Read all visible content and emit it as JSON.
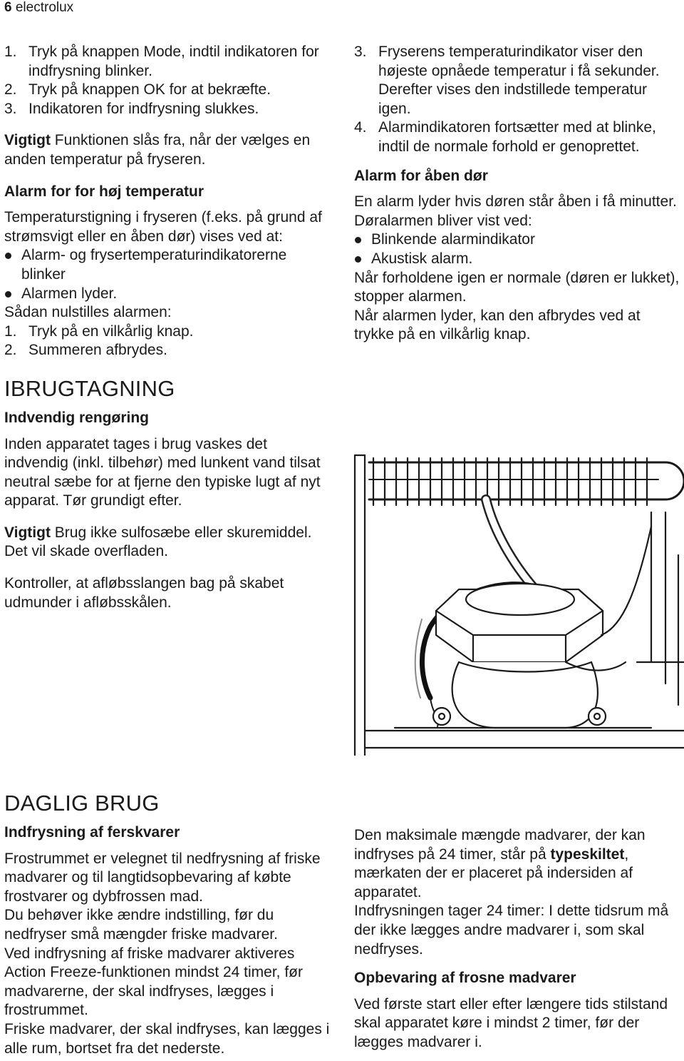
{
  "header": {
    "page_number": "6",
    "brand": "electrolux"
  },
  "col1": {
    "steps_a": [
      "Tryk på knappen Mode, indtil indikatoren for indfrysning blinker.",
      "Tryk på knappen OK for at bekræfte.",
      "Indikatoren for indfrysning slukkes."
    ],
    "note1_label": "Vigtigt",
    "note1_text": " Funktionen slås fra, når der vælges en anden temperatur på fryseren.",
    "alarm_high_title": "Alarm for for høj temperatur",
    "alarm_high_intro": "Temperaturstigning i fryseren (f.eks. på grund af strømsvigt eller en åben dør) vises ved at:",
    "alarm_high_bullets": [
      "Alarm- og frysertemperaturindikatorerne blinker",
      "Alarmen lyder."
    ],
    "reset_intro": "Sådan nulstilles alarmen:",
    "reset_steps": [
      "Tryk på en vilkårlig knap.",
      "Summeren afbrydes."
    ],
    "section_ibrug": "IBRUGTAGNING",
    "clean_title": "Indvendig rengøring",
    "clean_text": "Inden apparatet tages i brug vaskes det indvendig (inkl. tilbehør) med lunkent vand tilsat neutral sæbe for at fjerne den typiske lugt af nyt apparat. Tør grundigt efter.",
    "note2_label": "Vigtigt",
    "note2_text": " Brug ikke sulfosæbe eller skuremiddel. Det vil skade overfladen.",
    "check_text": "Kontroller, at afløbsslangen bag på skabet udmunder i afløbsskålen."
  },
  "col2": {
    "steps_b": [
      "Fryserens temperaturindikator viser den højeste opnåede temperatur i få sekunder. Derefter vises den indstillede temperatur igen.",
      "Alarmindikatoren fortsætter med at blinke, indtil de normale forhold er genoprettet."
    ],
    "steps_b_start": 3,
    "door_title": "Alarm for åben dør",
    "door_intro": "En alarm lyder hvis døren står åben i få minutter. Døralarmen bliver vist ved:",
    "door_bullets": [
      "Blinkende alarmindikator",
      "Akustisk alarm."
    ],
    "door_p1": "Når forholdene igen er normale (døren er lukket), stopper alarmen.",
    "door_p2": "Når alarmen lyder, kan den afbrydes ved at trykke på en vilkårlig knap."
  },
  "daglig": {
    "section": "DAGLIG BRUG",
    "freeze_title": "Indfrysning af ferskvarer",
    "left_paras": [
      "Frostrummet er velegnet til nedfrysning af friske madvarer og til langtidsopbevaring af købte frostvarer og dybfrossen mad.",
      "Du behøver ikke ændre indstilling, før du nedfryser små mængder friske madvarer.",
      "Ved indfrysning af friske madvarer aktiveres Action Freeze-funktionen mindst 24 timer, før madvarerne, der skal indfryses, lægges i frostrummet.",
      "Friske madvarer, der skal indfryses, kan lægges i alle rum, bortset fra det nederste."
    ],
    "right_p1_before": "Den maksimale mængde madvarer, der kan indfryses på 24 timer, står på ",
    "right_p1_bold": "typeskiltet",
    "right_p1_after": ", mærkaten der er placeret på indersiden af apparatet.",
    "right_p2": "Indfrysningen tager 24 timer: I dette tidsrum må der ikke lægges andre madvarer i, som skal nedfryses.",
    "store_title": "Opbevaring af frosne madvarer",
    "store_text": "Ved første start eller efter længere tids stilstand skal apparatet køre i mindst 2 timer, før der lægges madvarer i."
  }
}
